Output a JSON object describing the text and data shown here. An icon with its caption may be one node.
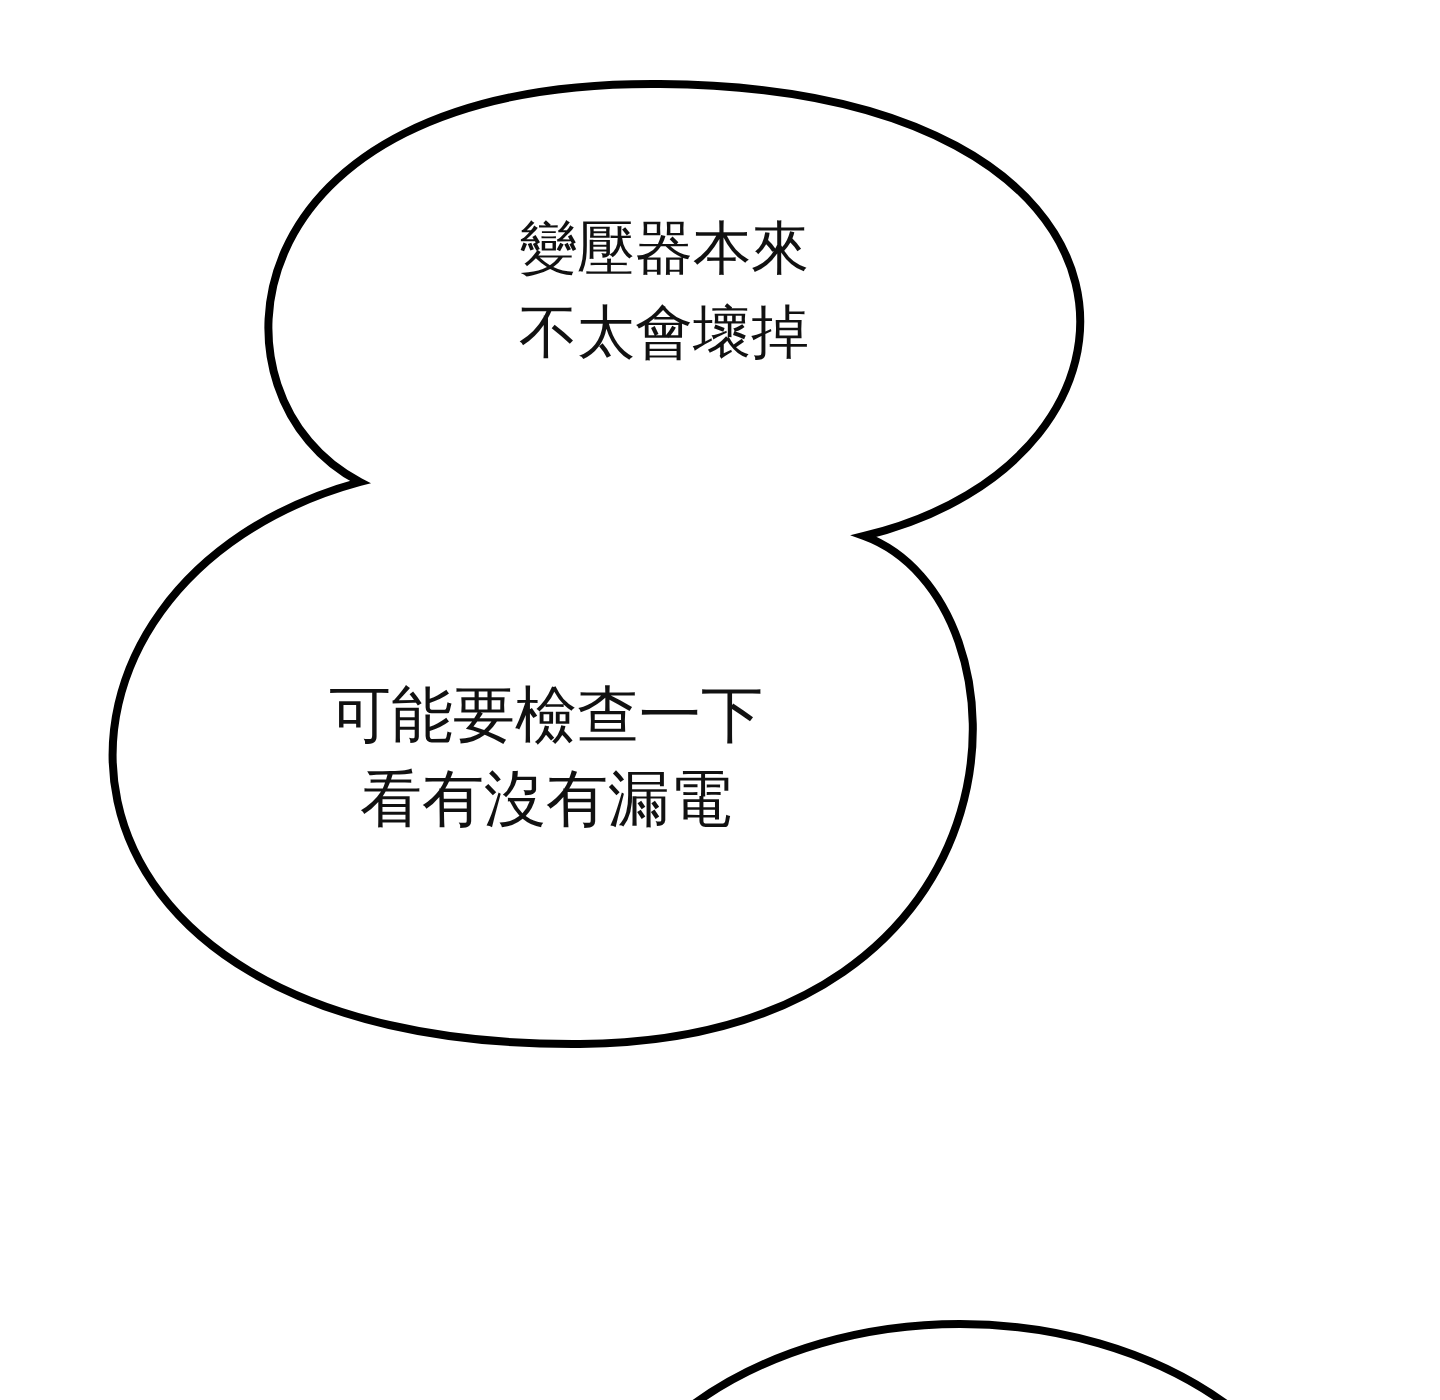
{
  "diagram": {
    "nodes": [
      {
        "text": [
          "變壓器本來不太會壞掉",
          "可能要檢查一下看有沒有漏電"
        ]
      },
      {
        "text": [],
        "shape": "circle"
      }
    ]
  }
}
